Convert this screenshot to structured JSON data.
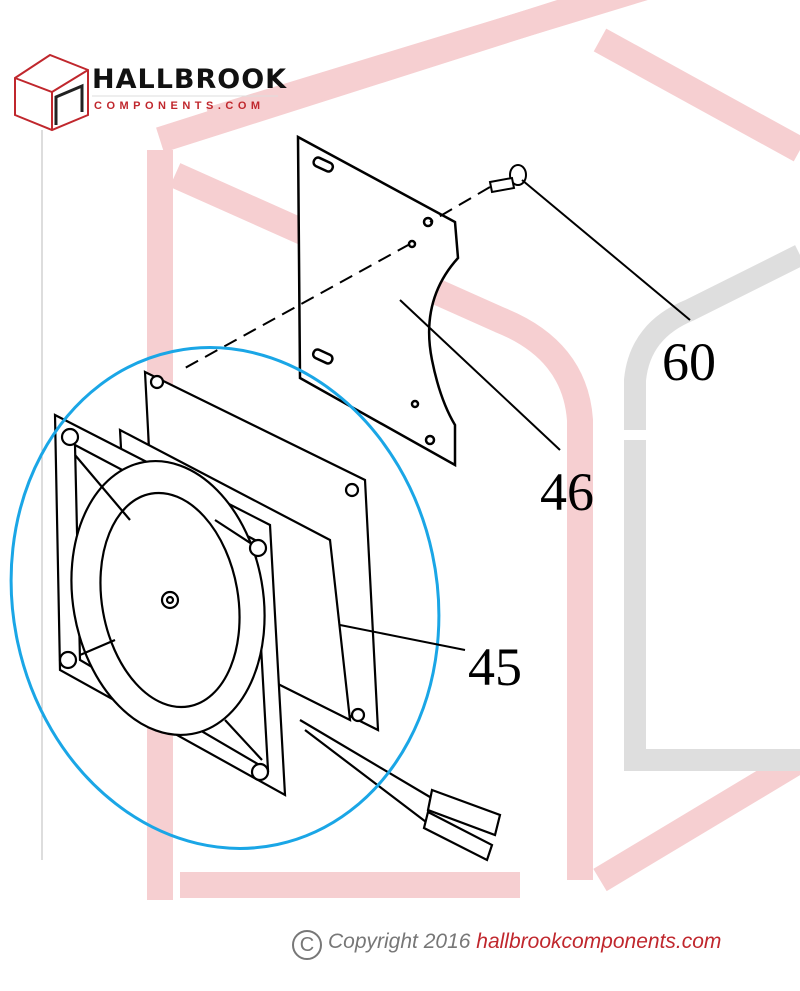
{
  "logo": {
    "name": "HALLBROOK",
    "subtitle": "COMPONENTS.COM"
  },
  "callouts": [
    {
      "id": "60",
      "label": "60"
    },
    {
      "id": "46",
      "label": "46"
    },
    {
      "id": "45",
      "label": "45"
    }
  ],
  "copyright": {
    "symbol": "C",
    "text": "Copyright 2016",
    "site": "hallbrookcomponents.com"
  },
  "colors": {
    "highlight": "#1aa6e6",
    "brand": "#c0272d",
    "watermark": "#f4c6c8"
  }
}
